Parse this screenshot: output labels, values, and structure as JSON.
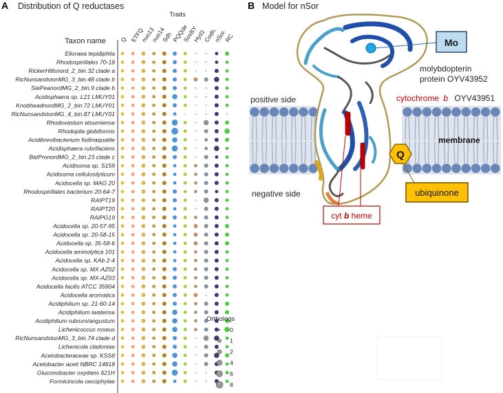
{
  "panel_a": {
    "letter": "A",
    "title": "Distribution of Q reductases",
    "traits_header": "Traits",
    "taxon_header": "Taxon name",
    "traits": [
      "Q",
      "ETFQ",
      "nuo13",
      "nuo14",
      "Sdh",
      "PQQde",
      "SoxBY",
      "Hyd1",
      "Codh.",
      "nSor.",
      "RC"
    ],
    "trait_colors": [
      "#e8b84a",
      "#f0a57c",
      "#d9b25a",
      "#c39a3a",
      "#a8851f",
      "#4e95cf",
      "#a7cc3e",
      "#b59272",
      "#8b8f96",
      "#3a3e6a",
      "#4ccb3e"
    ],
    "taxa": [
      "Elioraea tepidiphila",
      "Rhodospirillales 70-18",
      "RickerHillsnord_2_bin.32 clade a",
      "RicNunsandstonMG_3_bin.48 clade b",
      "SiePeanordMG_2_bin.9 clade b",
      "Acidisphaera sp. L21 LMUY01",
      "KnobheadnordMG_2_bin.72 LMUY01",
      "RicNunsandstonMG_4_bin.87 LMUY01",
      "Rhodovastum atsumiense",
      "Rhodopila globiformis",
      "Acidibrevibacterium fodinaquatile",
      "Acidisphaera rubrifaciens",
      "BatPronordMG_2_bin.23 clade c",
      "Acidisoma sp. S159",
      "Acidisoma cellulosilyticum",
      "Acidocella sp. MAG 20",
      "Rhodospirillales bacterium 20-64-7",
      "RAIPT19",
      "RAIPT20",
      "RAIPG19",
      "Acidocella sp. 20-57-95",
      "Acidocella sp. 20-58-15",
      "Acidocella sp. 35-58-6",
      "Acidocella aminolytica 101",
      "Acidocella sp. KAb 2-4",
      "Acidocella sp. MX-AZ02",
      "Acidocella sp. MX-AZ03",
      "Acidocella facilis ATCC 35904",
      "Acidocella aromatica",
      "Acidiphilium sp. 21-60-14",
      "Acidiphilium iwatense",
      "Acidiphilium rubrum/angustum",
      "Lichenicoccus roseus",
      "RicNunsandstonMG_3_bin.74 clade d",
      "Lichenicola cladoniae",
      "Acetobacteraceae sp. KSS8",
      "Acetobacter aceti NBRC 14818",
      "Gluconobacter oxydans 621H",
      "Formicincola oecophylae"
    ],
    "orthologs_matrix": [
      [
        1,
        1,
        2,
        1,
        2,
        2,
        1,
        0,
        0,
        1,
        2
      ],
      [
        1,
        1,
        2,
        1,
        2,
        2,
        1,
        0,
        0,
        1,
        1
      ],
      [
        1,
        1,
        2,
        1,
        2,
        2,
        1,
        0,
        0,
        2,
        1
      ],
      [
        1,
        1,
        2,
        1,
        2,
        2,
        1,
        2,
        2,
        4,
        1
      ],
      [
        1,
        1,
        2,
        1,
        2,
        2,
        1,
        0,
        0,
        2,
        1
      ],
      [
        1,
        1,
        2,
        1,
        2,
        4,
        1,
        0,
        0,
        2,
        1
      ],
      [
        1,
        1,
        2,
        1,
        2,
        2,
        1,
        0,
        0,
        2,
        1
      ],
      [
        1,
        1,
        2,
        1,
        2,
        1,
        0,
        0,
        0,
        2,
        0
      ],
      [
        1,
        1,
        2,
        1,
        2,
        6,
        1,
        0,
        4,
        2,
        2
      ],
      [
        1,
        1,
        2,
        1,
        2,
        8,
        1,
        0,
        2,
        2,
        4
      ],
      [
        1,
        1,
        2,
        1,
        2,
        4,
        1,
        0,
        1,
        2,
        2
      ],
      [
        1,
        1,
        2,
        1,
        2,
        6,
        1,
        0,
        1,
        4,
        1
      ],
      [
        1,
        1,
        2,
        1,
        2,
        2,
        1,
        0,
        2,
        1,
        1
      ],
      [
        1,
        1,
        2,
        1,
        2,
        1,
        1,
        1,
        2,
        2,
        1
      ],
      [
        1,
        1,
        2,
        1,
        2,
        1,
        1,
        1,
        2,
        2,
        1
      ],
      [
        1,
        1,
        2,
        1,
        2,
        1,
        1,
        1,
        2,
        2,
        1
      ],
      [
        1,
        1,
        2,
        1,
        2,
        2,
        1,
        1,
        2,
        1,
        1
      ],
      [
        1,
        1,
        2,
        1,
        2,
        2,
        1,
        0,
        4,
        2,
        1
      ],
      [
        1,
        1,
        2,
        1,
        2,
        1,
        1,
        0,
        2,
        2,
        1
      ],
      [
        1,
        1,
        2,
        1,
        2,
        2,
        1,
        1,
        2,
        2,
        1
      ],
      [
        1,
        1,
        2,
        1,
        2,
        1,
        1,
        2,
        2,
        2,
        2
      ],
      [
        1,
        1,
        2,
        1,
        2,
        1,
        1,
        2,
        2,
        2,
        2
      ],
      [
        1,
        1,
        2,
        1,
        2,
        1,
        1,
        2,
        2,
        2,
        2
      ],
      [
        1,
        1,
        2,
        1,
        2,
        1,
        1,
        1,
        2,
        2,
        1
      ],
      [
        1,
        1,
        2,
        1,
        2,
        1,
        1,
        1,
        2,
        2,
        1
      ],
      [
        1,
        1,
        2,
        1,
        2,
        2,
        1,
        1,
        2,
        2,
        1
      ],
      [
        1,
        1,
        2,
        1,
        2,
        2,
        1,
        1,
        2,
        2,
        1
      ],
      [
        1,
        1,
        2,
        1,
        2,
        2,
        1,
        1,
        2,
        2,
        1
      ],
      [
        1,
        1,
        2,
        1,
        2,
        2,
        1,
        2,
        0,
        2,
        1
      ],
      [
        1,
        1,
        2,
        1,
        2,
        2,
        1,
        1,
        2,
        2,
        2
      ],
      [
        1,
        1,
        2,
        1,
        2,
        4,
        1,
        1,
        2,
        2,
        2
      ],
      [
        1,
        1,
        2,
        1,
        2,
        4,
        1,
        1,
        2,
        2,
        2
      ],
      [
        1,
        1,
        2,
        1,
        2,
        4,
        1,
        1,
        2,
        2,
        4
      ],
      [
        1,
        1,
        2,
        1,
        2,
        2,
        1,
        0,
        4,
        4,
        1
      ],
      [
        1,
        1,
        2,
        1,
        2,
        2,
        1,
        0,
        2,
        2,
        1
      ],
      [
        1,
        1,
        2,
        1,
        2,
        4,
        1,
        0,
        2,
        4,
        2
      ],
      [
        1,
        1,
        2,
        1,
        2,
        4,
        1,
        0,
        2,
        2,
        1
      ],
      [
        1,
        1,
        2,
        1,
        2,
        6,
        1,
        0,
        0,
        2,
        1
      ],
      [
        1,
        1,
        2,
        1,
        2,
        1,
        1,
        0,
        0,
        2,
        1
      ]
    ],
    "legend": {
      "title": "Orthologs",
      "levels": [
        0,
        1,
        2,
        4,
        6,
        8
      ]
    }
  },
  "panel_b": {
    "letter": "B",
    "title": "Model for nSor",
    "mo_label": "Mo",
    "molybdopterin_label_1": "molybdopterin",
    "molybdopterin_label_2": "protein OYV43952",
    "cytochrome_label": "cytochrome",
    "cytochrome_b": "b",
    "cytochrome_id": "OYV43951",
    "positive_side": "positive side",
    "negative_side": "negative side",
    "membrane_label": "membrane",
    "q_label": "Q",
    "ubiquinone_label": "ubiquinone",
    "heme_label_1": "cyt",
    "heme_label_b": "b",
    "heme_label_2": "heme",
    "colors": {
      "mo_box": "#bedcf0",
      "ubiquinone": "#ffc000",
      "heme": "#c00000",
      "membrane_head": "#6a86b8",
      "membrane_bg": "#dfe5ea",
      "outline": "#b09a5a"
    }
  }
}
